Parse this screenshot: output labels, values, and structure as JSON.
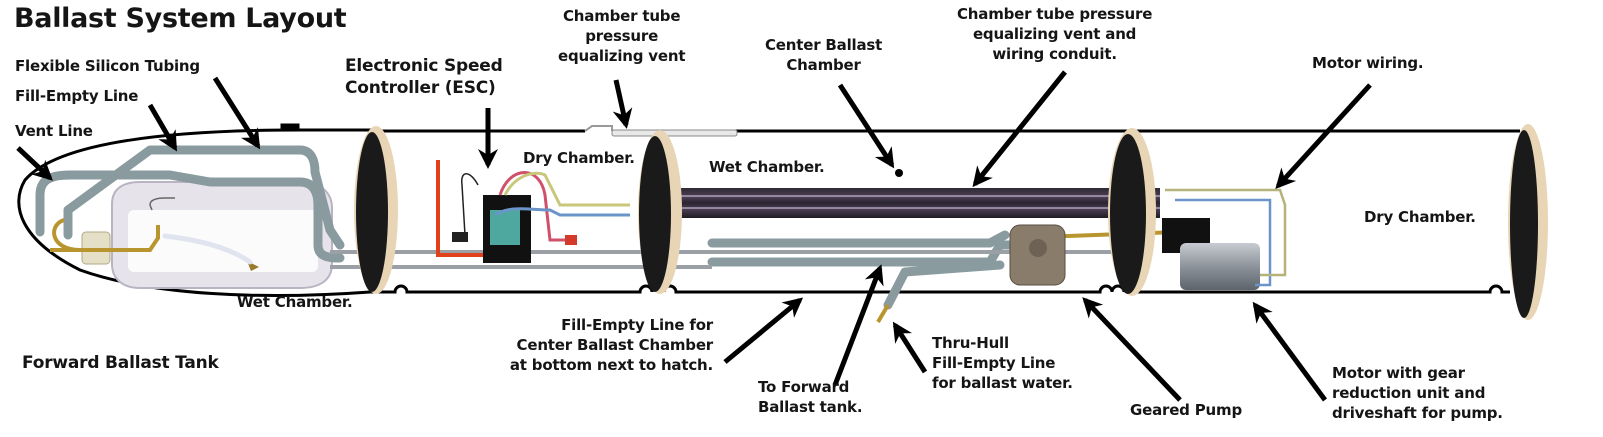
{
  "title": "Ballast System Layout",
  "labels": {
    "flexible_tubing": "Flexible Silicon Tubing",
    "fill_empty_line": "Fill-Empty Line",
    "vent_line": "Vent Line",
    "esc": [
      "Electronic Speed",
      "Controller (ESC)"
    ],
    "vent1": [
      "Chamber  tube",
      "pressure",
      "equalizing vent"
    ],
    "center_chamber": [
      "Center Ballast",
      "Chamber"
    ],
    "vent2": [
      "Chamber  tube pressure",
      "equalizing vent and",
      "wiring conduit."
    ],
    "motor_wiring": "Motor wiring.",
    "dry_chamber_1": "Dry Chamber.",
    "wet_chamber_center": "Wet Chamber.",
    "dry_chamber_2": "Dry Chamber.",
    "wet_chamber_forward": "Wet Chamber.",
    "forward_tank": "Forward Ballast Tank",
    "fill_line_center": [
      "Fill-Empty Line for",
      "Center Ballast Chamber",
      "at bottom next to hatch."
    ],
    "to_forward": [
      "To Forward",
      "Ballast tank."
    ],
    "thru_hull": [
      "Thru-Hull",
      "Fill-Empty Line",
      "for ballast water."
    ],
    "geared_pump": "Geared Pump",
    "motor_gear": [
      "Motor with gear",
      "reduction unit and",
      "driveshaft for pump."
    ]
  },
  "colors": {
    "hull_line": "#000000",
    "tubing": "#8a9ba0",
    "bulkhead_face": "#1a1a1a",
    "bulkhead_rim": "#e8d5b5",
    "conduit": "#3b3340",
    "brass": "#b8952e",
    "esc_wire_red": "#e0401a",
    "wire_yellow": "#c9c87a",
    "wire_blue": "#6b95c9"
  }
}
